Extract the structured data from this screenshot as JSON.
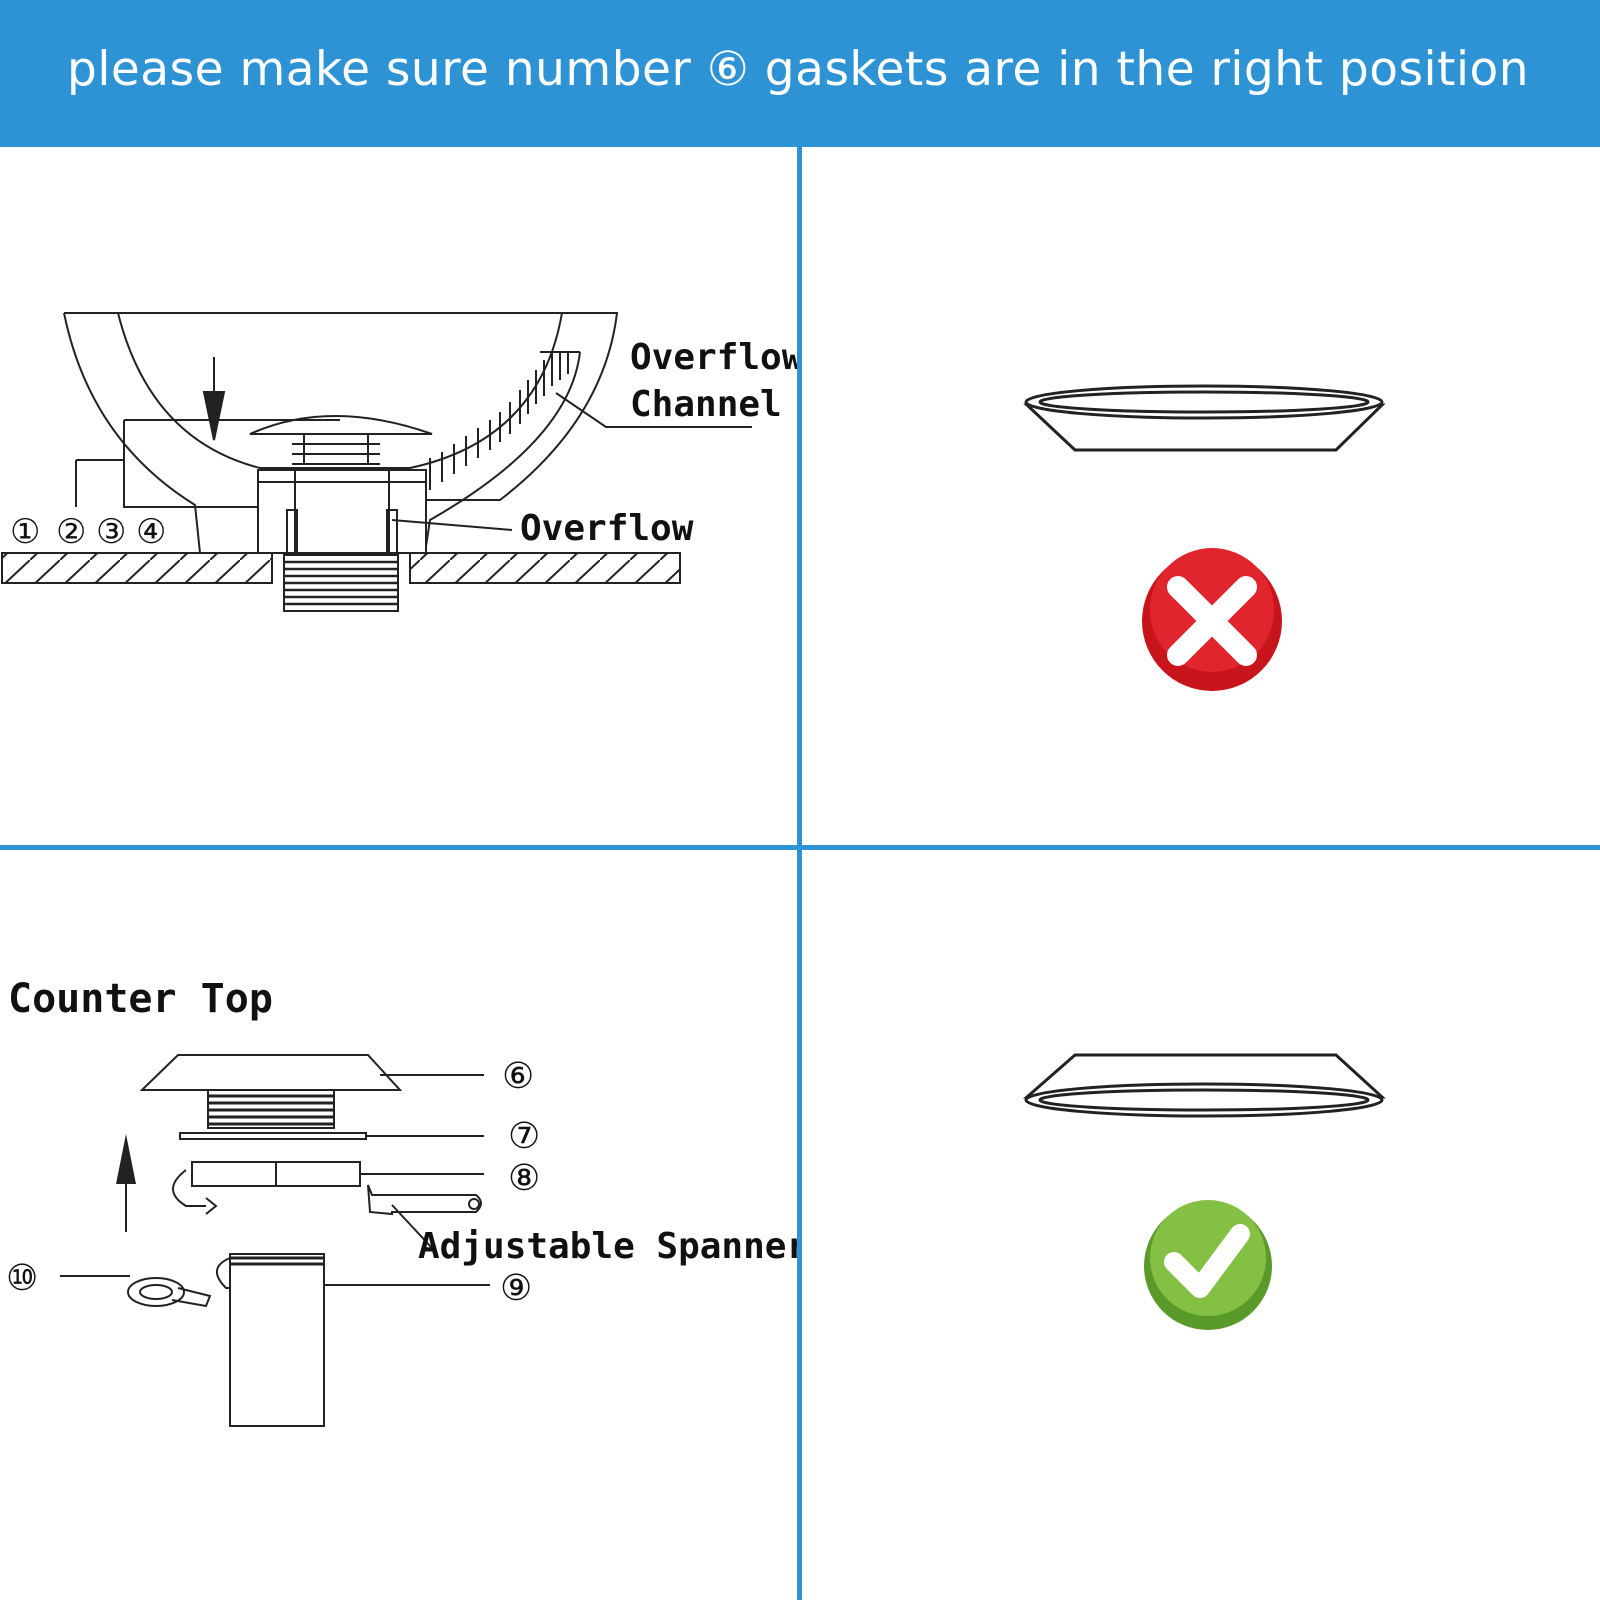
{
  "header": {
    "title": "please make sure number ⑥ gaskets are in the right position"
  },
  "top_left": {
    "labels": {
      "overflow_channel_line1": "Overflow",
      "overflow_channel_line2": "Channel",
      "overflow": "Overflow",
      "part_1": "①",
      "part_2": "②",
      "part_3": "③",
      "part_4": "④"
    }
  },
  "bottom_left": {
    "labels": {
      "counter_top": "Counter Top",
      "part_6": "⑥",
      "part_7": "⑦",
      "part_8": "⑧",
      "part_9": "⑨",
      "part_10": "⑩",
      "adjustable_spanner": "Adjustable Spanner"
    }
  },
  "top_right": {
    "status": "incorrect",
    "status_icon": "x-mark-icon",
    "color": "#d0161c"
  },
  "bottom_right": {
    "status": "correct",
    "status_icon": "check-mark-icon",
    "color": "#73b234"
  },
  "colors": {
    "header_bg": "#2e93d4",
    "divider": "#2e93d4",
    "line": "#222222"
  }
}
